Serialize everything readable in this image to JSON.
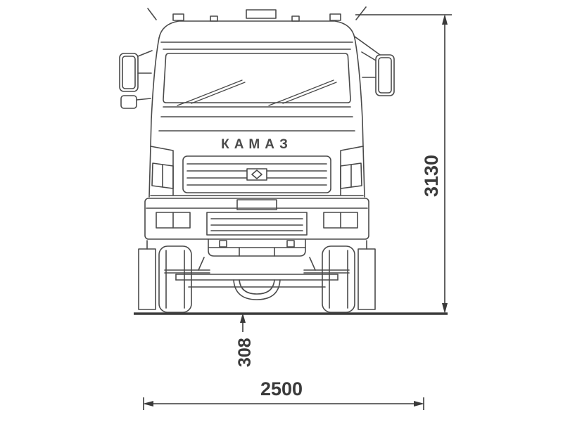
{
  "diagram": {
    "type": "technical-drawing",
    "subject": "KAMAZ truck front view dimensional drawing",
    "badge_text": "КАМАЗ",
    "dimensions": {
      "height": "3130",
      "ground_clearance": "308",
      "width": "2500"
    },
    "colors": {
      "line": "#4a4a4a",
      "dimension": "#3a3a3a",
      "background": "#ffffff"
    }
  }
}
